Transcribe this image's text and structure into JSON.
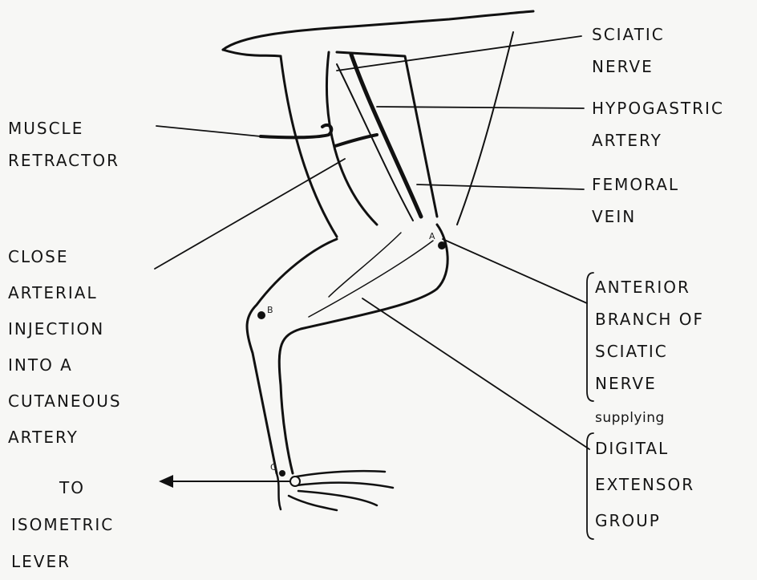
{
  "labels": {
    "sciatic_nerve": [
      "SCIATIC",
      "NERVE"
    ],
    "hypogastric_artery": [
      "HYPOGASTRIC",
      "ARTERY"
    ],
    "femoral_vein": [
      "FEMORAL",
      "VEIN"
    ],
    "muscle_retractor": [
      "MUSCLE",
      "RETRACTOR"
    ],
    "close_arterial_injection": [
      "CLOSE",
      "ARTERIAL",
      "INJECTION",
      "INTO  A",
      "CUTANEOUS",
      "ARTERY"
    ],
    "anterior_branch": [
      "ANTERIOR",
      "BRANCH  OF",
      "SCIATIC",
      "NERVE"
    ],
    "supplying": "supplying",
    "digital_extensor_group": [
      "DIGITAL",
      "EXTENSOR",
      "GROUP"
    ],
    "isometric_lever": [
      "TO",
      "ISOMETRIC",
      "LEVER"
    ]
  },
  "points": {
    "a": "A",
    "b": "B",
    "c": "C"
  }
}
